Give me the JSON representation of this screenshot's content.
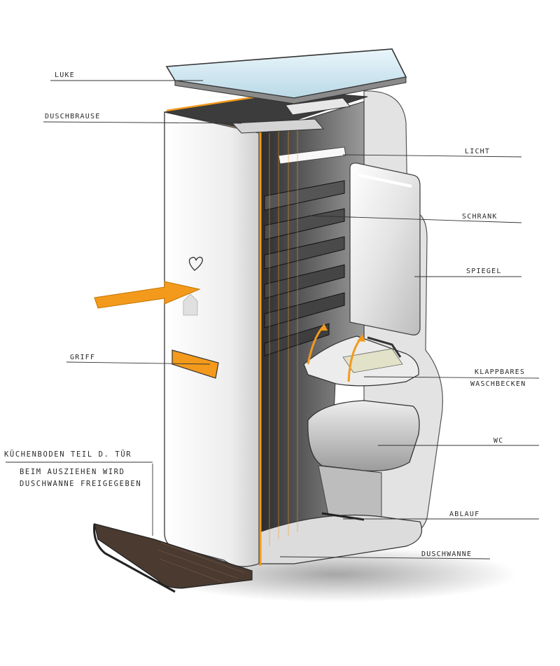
{
  "labels": {
    "luke": "LUKE",
    "duschbrause": "DUSCHBRAUSE",
    "licht": "LICHT",
    "schrank": "SCHRANK",
    "spiegel": "SPIEGEL",
    "griff": "GRIFF",
    "waschbecken_1": "KLAPPBARES",
    "waschbecken_2": "WASCHBECKEN",
    "wc": "WC",
    "ablauf": "ABLAUF",
    "duschwanne": "DUSCHWANNE"
  },
  "note": {
    "line1": "KÜCHENBODEN TEIL D. TÜR",
    "line2": "BEIM AUSZIEHEN WIRD",
    "line3": "DUSCHWANNE FREIGEGEBEN"
  },
  "colors": {
    "accent": "#f39a1c",
    "body": "#f2f2f2",
    "dark": "#2b2b2b",
    "wood": "#4a3a30",
    "glass": "#cfe6f0"
  }
}
